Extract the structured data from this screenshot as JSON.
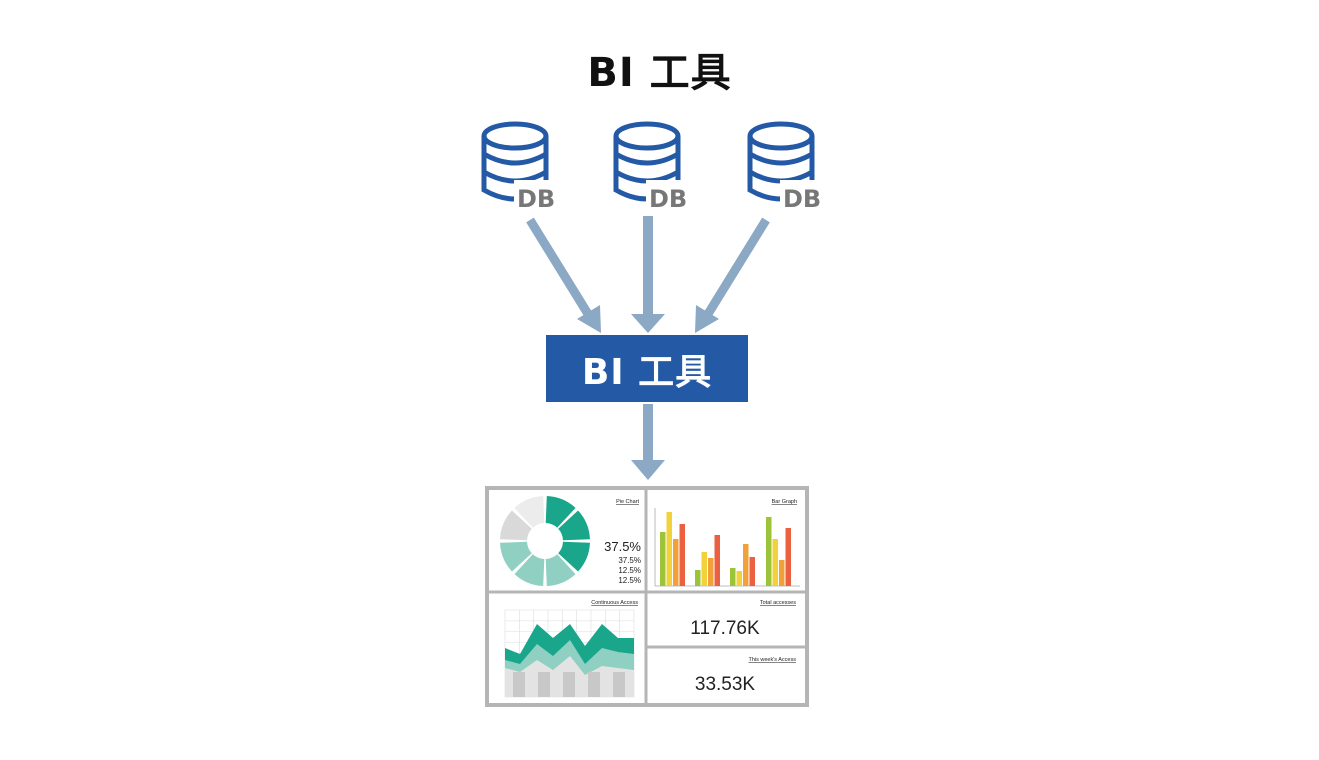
{
  "title": "BI 工具",
  "databases": [
    {
      "label": "DB"
    },
    {
      "label": "DB"
    },
    {
      "label": "DB"
    }
  ],
  "bi_box_label": "BI 工具",
  "dashboard": {
    "pie": {
      "title": "Pie Chart",
      "big_value": "37.5%",
      "values": [
        "37.5%",
        "12.5%",
        "12.5%"
      ]
    },
    "bar": {
      "title": "Bar Graph"
    },
    "area": {
      "title": "Continuous Access"
    },
    "total": {
      "title": "Total accesses",
      "value": "117.76K"
    },
    "week": {
      "title": "This week's Access",
      "value": "33.53K"
    }
  },
  "colors": {
    "db_blue": "#2459a6",
    "arrow": "#8ba8c4",
    "bi_box": "#2459a6",
    "db_text": "#777777",
    "teal": "#1aa68a",
    "teal_light": "#8fd0c2",
    "gray_light": "#e6e6e6"
  },
  "icons": [
    "database-icon",
    "arrow-down-icon"
  ]
}
